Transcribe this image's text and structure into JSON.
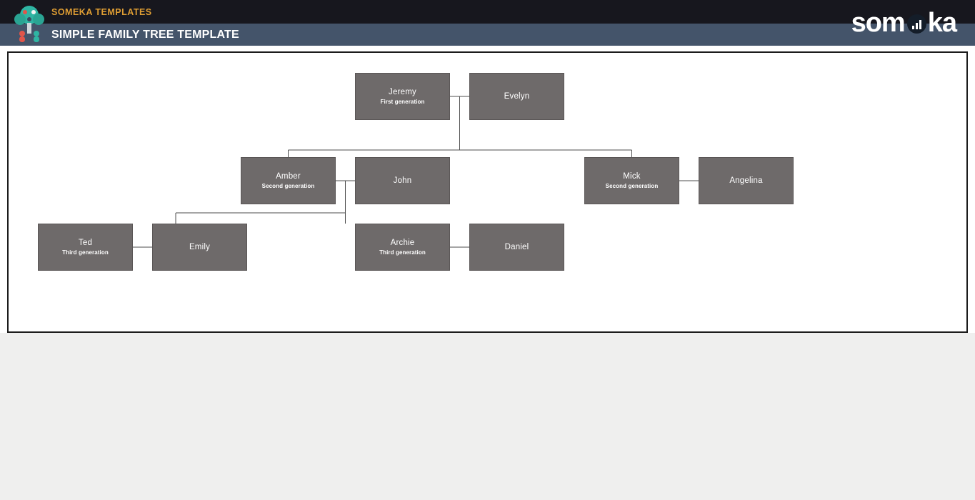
{
  "header": {
    "brand": "SOMEKA TEMPLATES",
    "title": "SIMPLE FAMILY TREE TEMPLATE",
    "brand_color": "#DE9D33",
    "row1_bg": "#17171E",
    "row2_bg": "#44546A",
    "wordmark": {
      "left": "som",
      "right": "ka"
    }
  },
  "tree": {
    "box_fill": "#6E6A6A",
    "line_color": "#4D4D4D",
    "canvas_bg": "#FFFFFF",
    "nodes": [
      {
        "name": "Jeremy",
        "subtitle": "First generation"
      },
      {
        "name": "Evelyn",
        "subtitle": ""
      },
      {
        "name": "Amber",
        "subtitle": "Second generation"
      },
      {
        "name": "John",
        "subtitle": ""
      },
      {
        "name": "Mick",
        "subtitle": "Second generation"
      },
      {
        "name": "Angelina",
        "subtitle": ""
      },
      {
        "name": "Ted",
        "subtitle": "Third generation"
      },
      {
        "name": "Emily",
        "subtitle": ""
      },
      {
        "name": "Archie",
        "subtitle": "Third generation"
      },
      {
        "name": "Daniel",
        "subtitle": ""
      }
    ],
    "couples": [
      [
        "Jeremy",
        "Evelyn"
      ],
      [
        "Amber",
        "John"
      ],
      [
        "Mick",
        "Angelina"
      ],
      [
        "Ted",
        "Emily"
      ],
      [
        "Archie",
        "Daniel"
      ]
    ],
    "parent_child": [
      {
        "parents": [
          "Jeremy",
          "Evelyn"
        ],
        "children": [
          "Amber",
          "Mick"
        ]
      },
      {
        "parents": [
          "Amber",
          "John"
        ],
        "children": [
          "Ted",
          "Archie"
        ]
      }
    ]
  }
}
